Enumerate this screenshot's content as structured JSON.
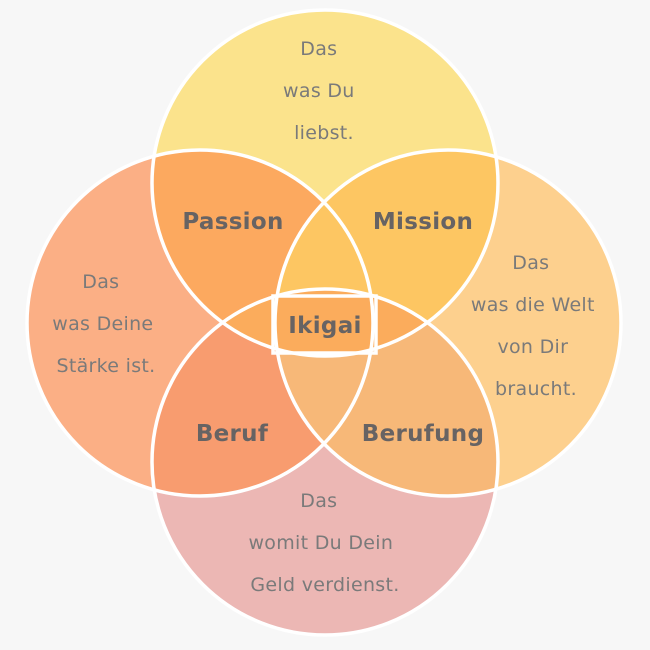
{
  "circles": {
    "top": {
      "lines": [
        "Das",
        "was Du",
        "liebst."
      ],
      "color": "#fbe38c"
    },
    "left": {
      "lines": [
        "Das",
        "was Deine",
        "Stärke ist."
      ],
      "color": "#fbaf85"
    },
    "right": {
      "lines": [
        "Das",
        "was die Welt",
        "von Dir",
        "braucht."
      ],
      "color": "#fdd08e"
    },
    "bottom": {
      "lines": [
        "Das",
        "womit Du Dein",
        "Geld verdienst."
      ],
      "color": "#ecb7b4"
    }
  },
  "overlaps": {
    "passion": {
      "label": "Passion",
      "color": "#fca95f"
    },
    "mission": {
      "label": "Mission",
      "color": "#fdc662"
    },
    "beruf": {
      "label": "Beruf",
      "color": "#f89c6f"
    },
    "berufung": {
      "label": "Berufung",
      "color": "#f7b878"
    }
  },
  "center": {
    "label": "Ikigai",
    "color": "#fbac5c"
  },
  "colors": {
    "background": "#f7f7f7",
    "outline": "#ffffff",
    "body_text": "#7a7a7a",
    "label_text": "#676363"
  }
}
